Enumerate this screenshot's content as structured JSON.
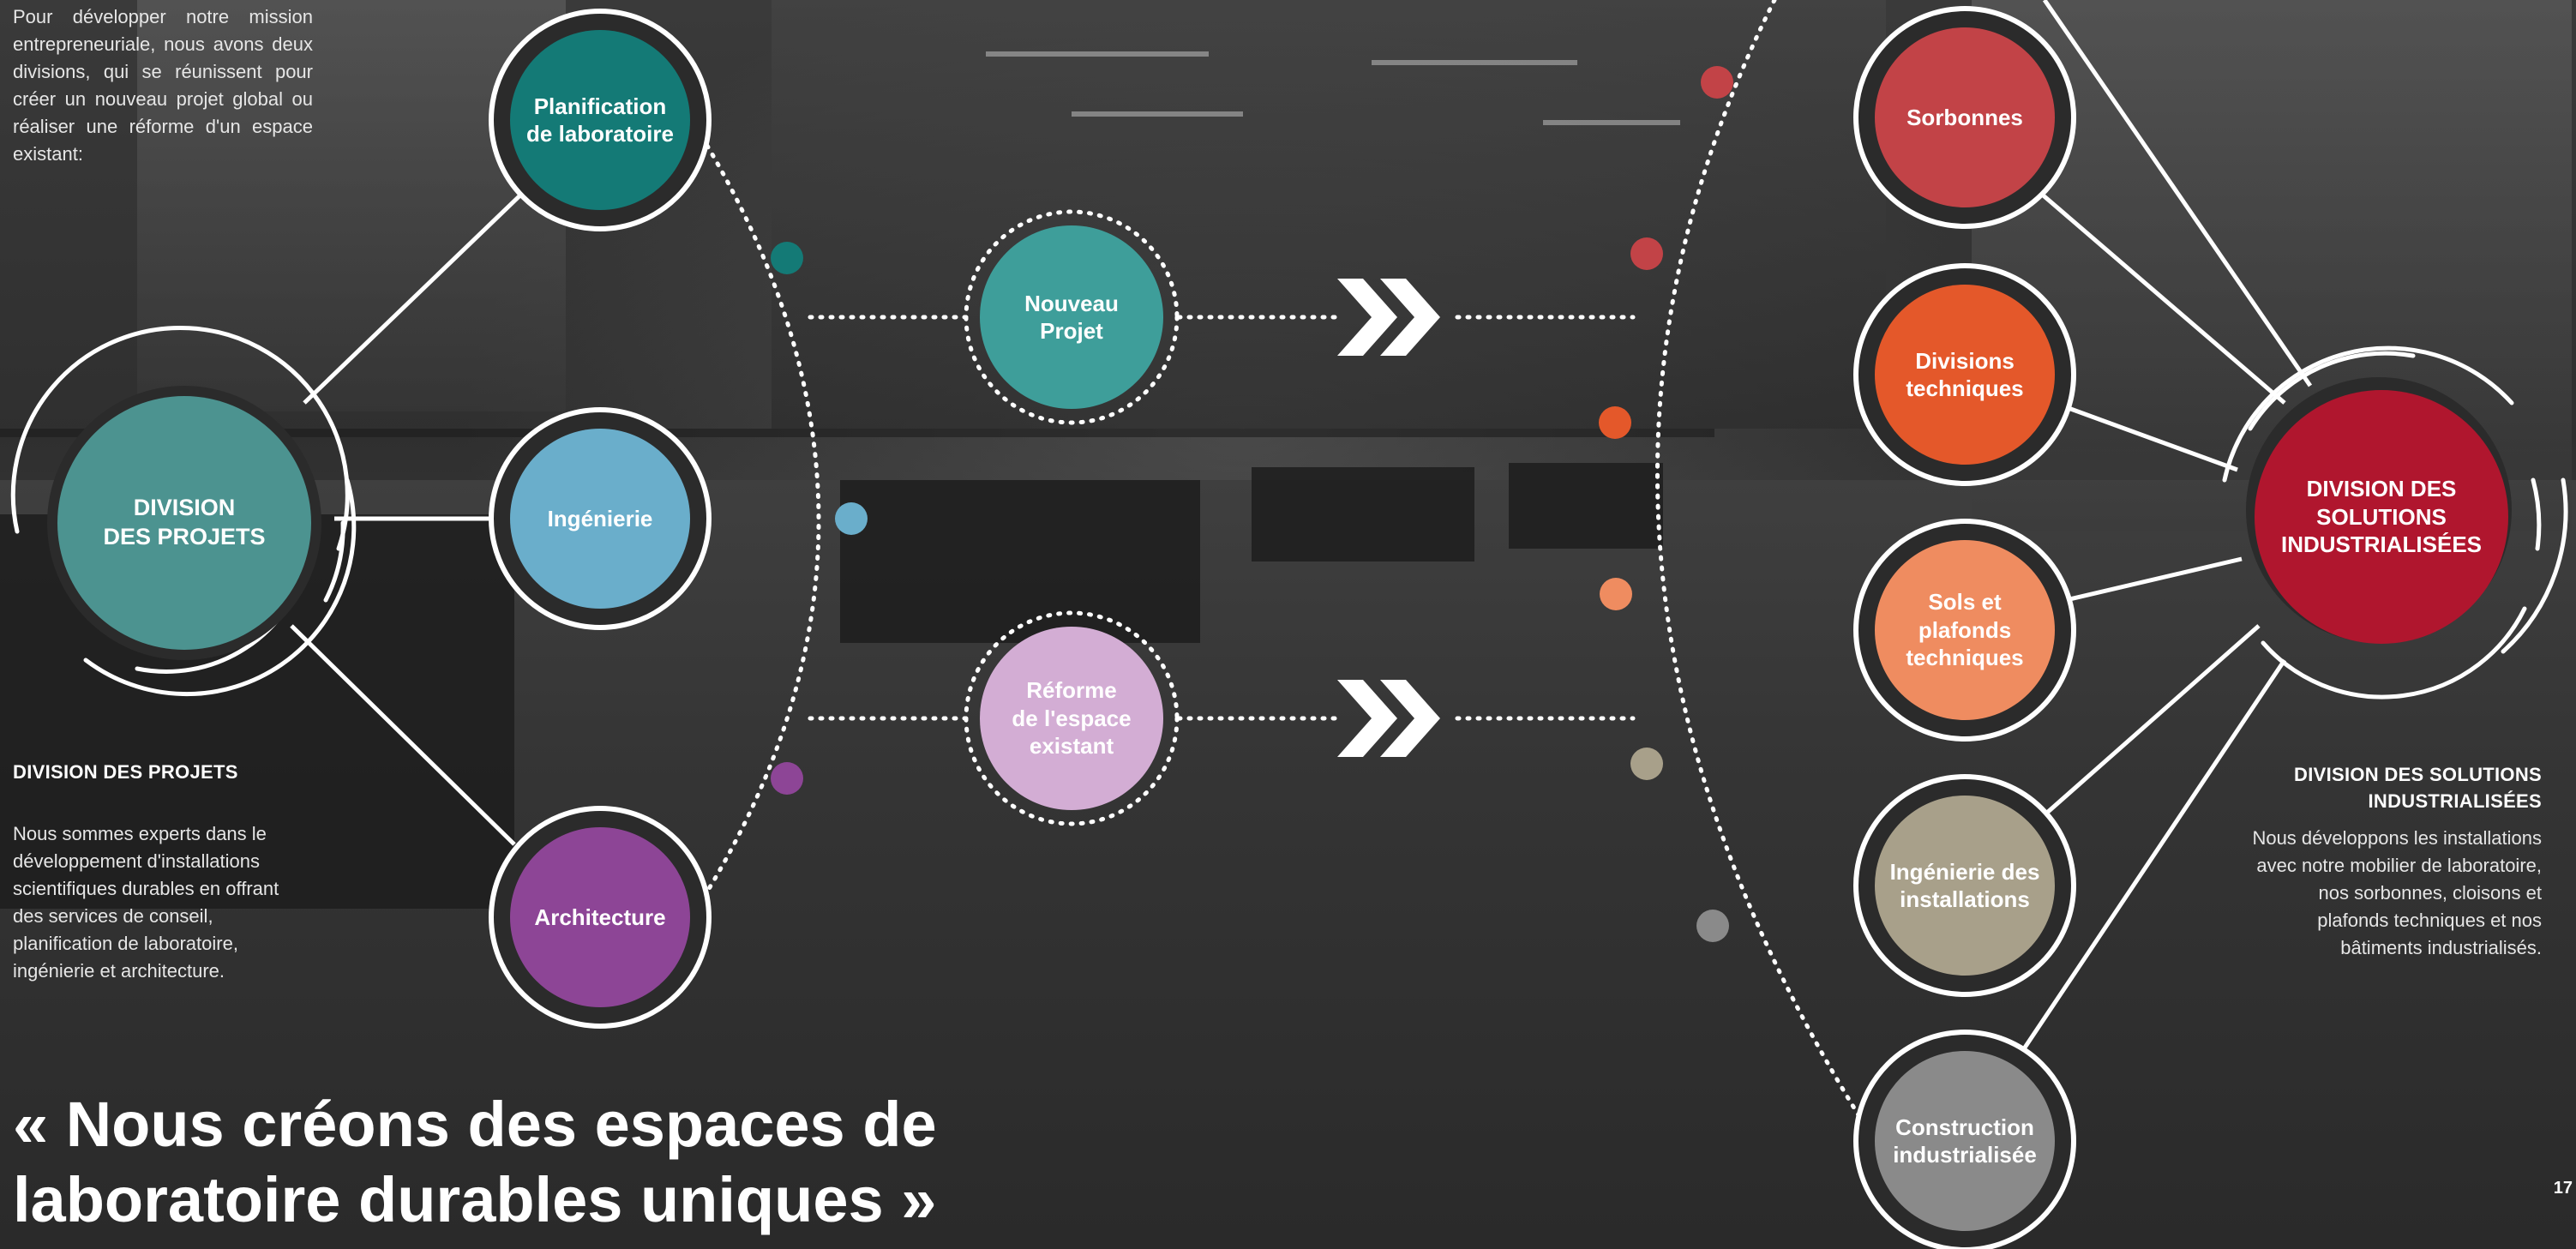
{
  "intro_text": "Pour développer notre mission entrepreneuriale, nous avons deux divisions, qui se réunissent pour créer un nouveau projet global ou réaliser une réforme d'un espace existant:",
  "left_division": {
    "circle_label_line1": "DIVISION",
    "circle_label_line2": "DES PROJETS",
    "heading": "DIVISION DES PROJETS",
    "description": "Nous sommes experts dans le développement d'installations scientifiques durables en offrant des services de conseil, planification de laboratoire, ingénierie et architecture.",
    "color": "#4c9390"
  },
  "right_division": {
    "circle_label_line1": "DIVISION DES",
    "circle_label_line2": "SOLUTIONS",
    "circle_label_line3": "INDUSTRIALISÉES",
    "heading_line1": "DIVISION DES SOLUTIONS",
    "heading_line2": "INDUSTRIALISÉES",
    "description": "Nous développons les installations avec notre mobilier de laboratoire, nos sorbonnes, cloisons et plafonds techniques et nos bâtiments industrialisés.",
    "color": "#b0162e"
  },
  "left_services": [
    {
      "line1": "Planification",
      "line2": "de laboratoire",
      "color": "#147a76"
    },
    {
      "line1": "Ingénierie",
      "line2": "",
      "color": "#6aaecb"
    },
    {
      "line1": "Architecture",
      "line2": "",
      "color": "#8d4596"
    }
  ],
  "center_nodes": [
    {
      "line1": "Nouveau",
      "line2": "Projet",
      "line3": "",
      "color": "#3e9e9a"
    },
    {
      "line1": "Réforme",
      "line2": "de l'espace",
      "line3": "existant",
      "color": "#d3add4"
    }
  ],
  "right_services": [
    {
      "line1": "Sorbonnes",
      "line2": "",
      "line3": "",
      "color": "#c24347"
    },
    {
      "line1": "Divisions",
      "line2": "techniques",
      "line3": "",
      "color": "#e4582a"
    },
    {
      "line1": "Sols et",
      "line2": "plafonds",
      "line3": "techniques",
      "color": "#ef8c60"
    },
    {
      "line1": "Ingénierie des",
      "line2": "installations",
      "line3": "",
      "color": "#a8a08a"
    },
    {
      "line1": "Construction",
      "line2": "industrialisée",
      "line3": "",
      "color": "#8a8a8a"
    }
  ],
  "quote_line1": "« Nous créons des espaces de",
  "quote_line2": "laboratoire durables uniques »",
  "page_number": "17"
}
